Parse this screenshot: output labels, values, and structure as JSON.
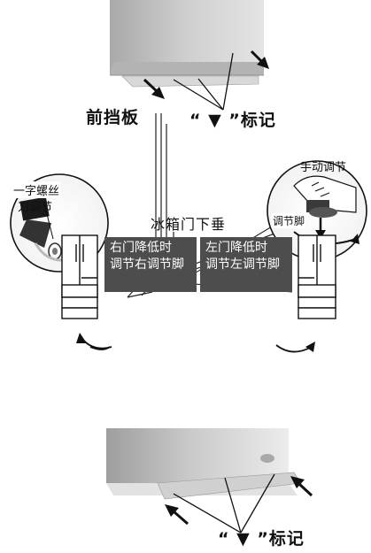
{
  "labels": {
    "front_panel": "前挡板",
    "mark": "“ ▼ ”标记",
    "manual_adjust": "手动调节",
    "screwdriver_1": "一字螺丝",
    "screwdriver_2": "刀调节",
    "adjust_foot": "调节脚",
    "title": "冰箱门下垂",
    "mark_bottom": "“ ▼ ”标记"
  },
  "boxes": {
    "left_line1": "右门降低时",
    "left_line2": "调节右调节脚",
    "right_line1": "左门降低时",
    "right_line2": "调节左调节脚"
  },
  "colors": {
    "box_fill": "#4d4d4d",
    "panel_gray": "#c8c8c8",
    "line": "#111111"
  }
}
